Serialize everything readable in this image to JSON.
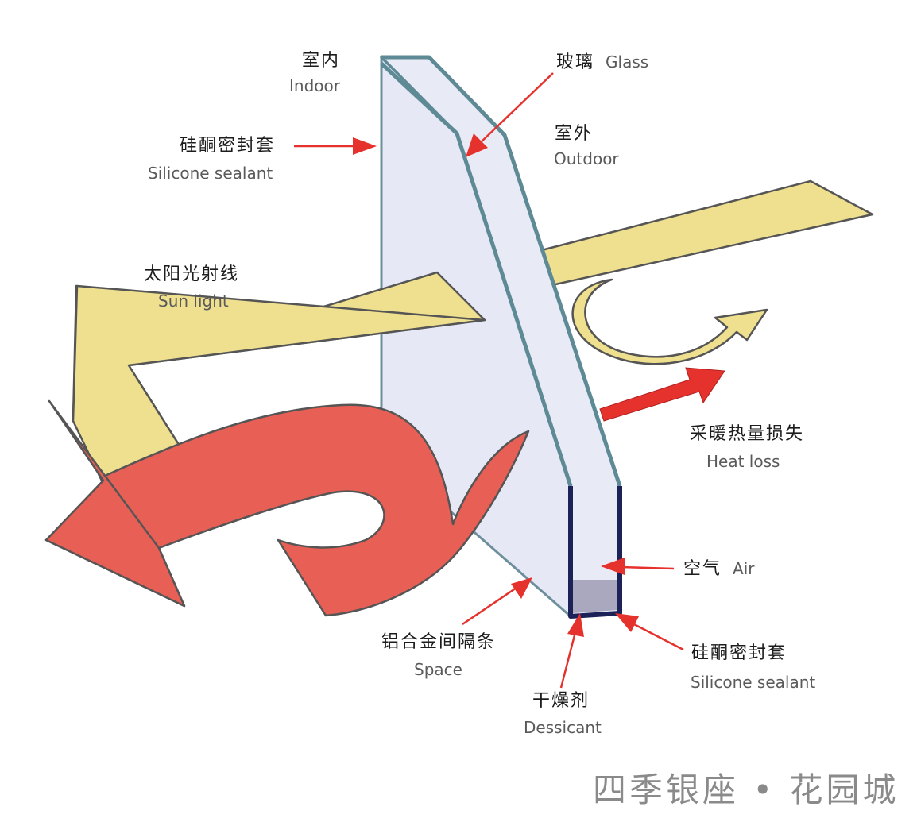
{
  "colors": {
    "glass_fill": "#e8ebf6",
    "glass_edge": "#5e8a96",
    "spacer_fill": "#b2b0c4",
    "sealant": "#1c2257",
    "sun": "#efe08f",
    "heat": "#e85f55",
    "pointer": "#e5322d",
    "outline": "#555555"
  },
  "labels": {
    "indoor": {
      "zh": "室内",
      "en": "Indoor"
    },
    "glass": {
      "zh": "玻璃",
      "en": "Glass"
    },
    "outdoor": {
      "zh": "室外",
      "en": "Outdoor"
    },
    "sealant_top": {
      "zh": "硅酮密封套",
      "en": "Silicone sealant"
    },
    "sunlight": {
      "zh": "太阳光射线",
      "en": "Sun light"
    },
    "heatloss": {
      "zh": "采暖热量损失",
      "en": "Heat loss"
    },
    "air": {
      "zh": "空气",
      "en": "Air"
    },
    "spacer": {
      "zh": "铝合金间隔条",
      "en": "Space"
    },
    "desiccant": {
      "zh": "干燥剂",
      "en": "Dessicant"
    },
    "sealant_bottom": {
      "zh": "硅酮密封套",
      "en": "Silicone sealant"
    }
  },
  "brand": {
    "text": "四季银座 • 花园城"
  }
}
